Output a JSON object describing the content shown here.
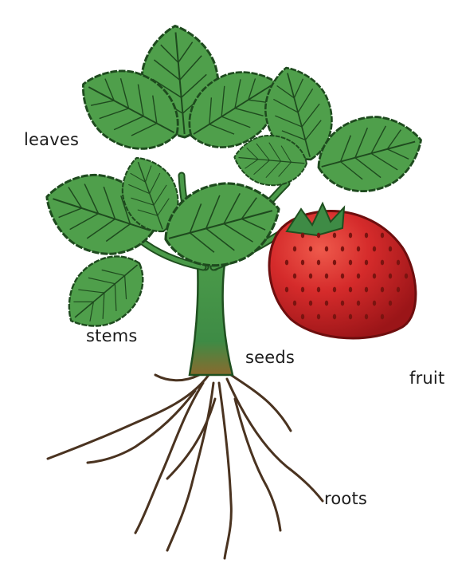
{
  "labels": {
    "leaves": "leaves",
    "stems": "stems",
    "seeds": "seeds",
    "fruit": "fruit",
    "roots": "roots"
  },
  "colors": {
    "leaf": "#4c9e4a",
    "leaf_dark": "#1f4f1f",
    "stem": "#3f8f45",
    "fruit": "#d0262a",
    "seed": "#7a1410",
    "root": "#4a3320"
  }
}
